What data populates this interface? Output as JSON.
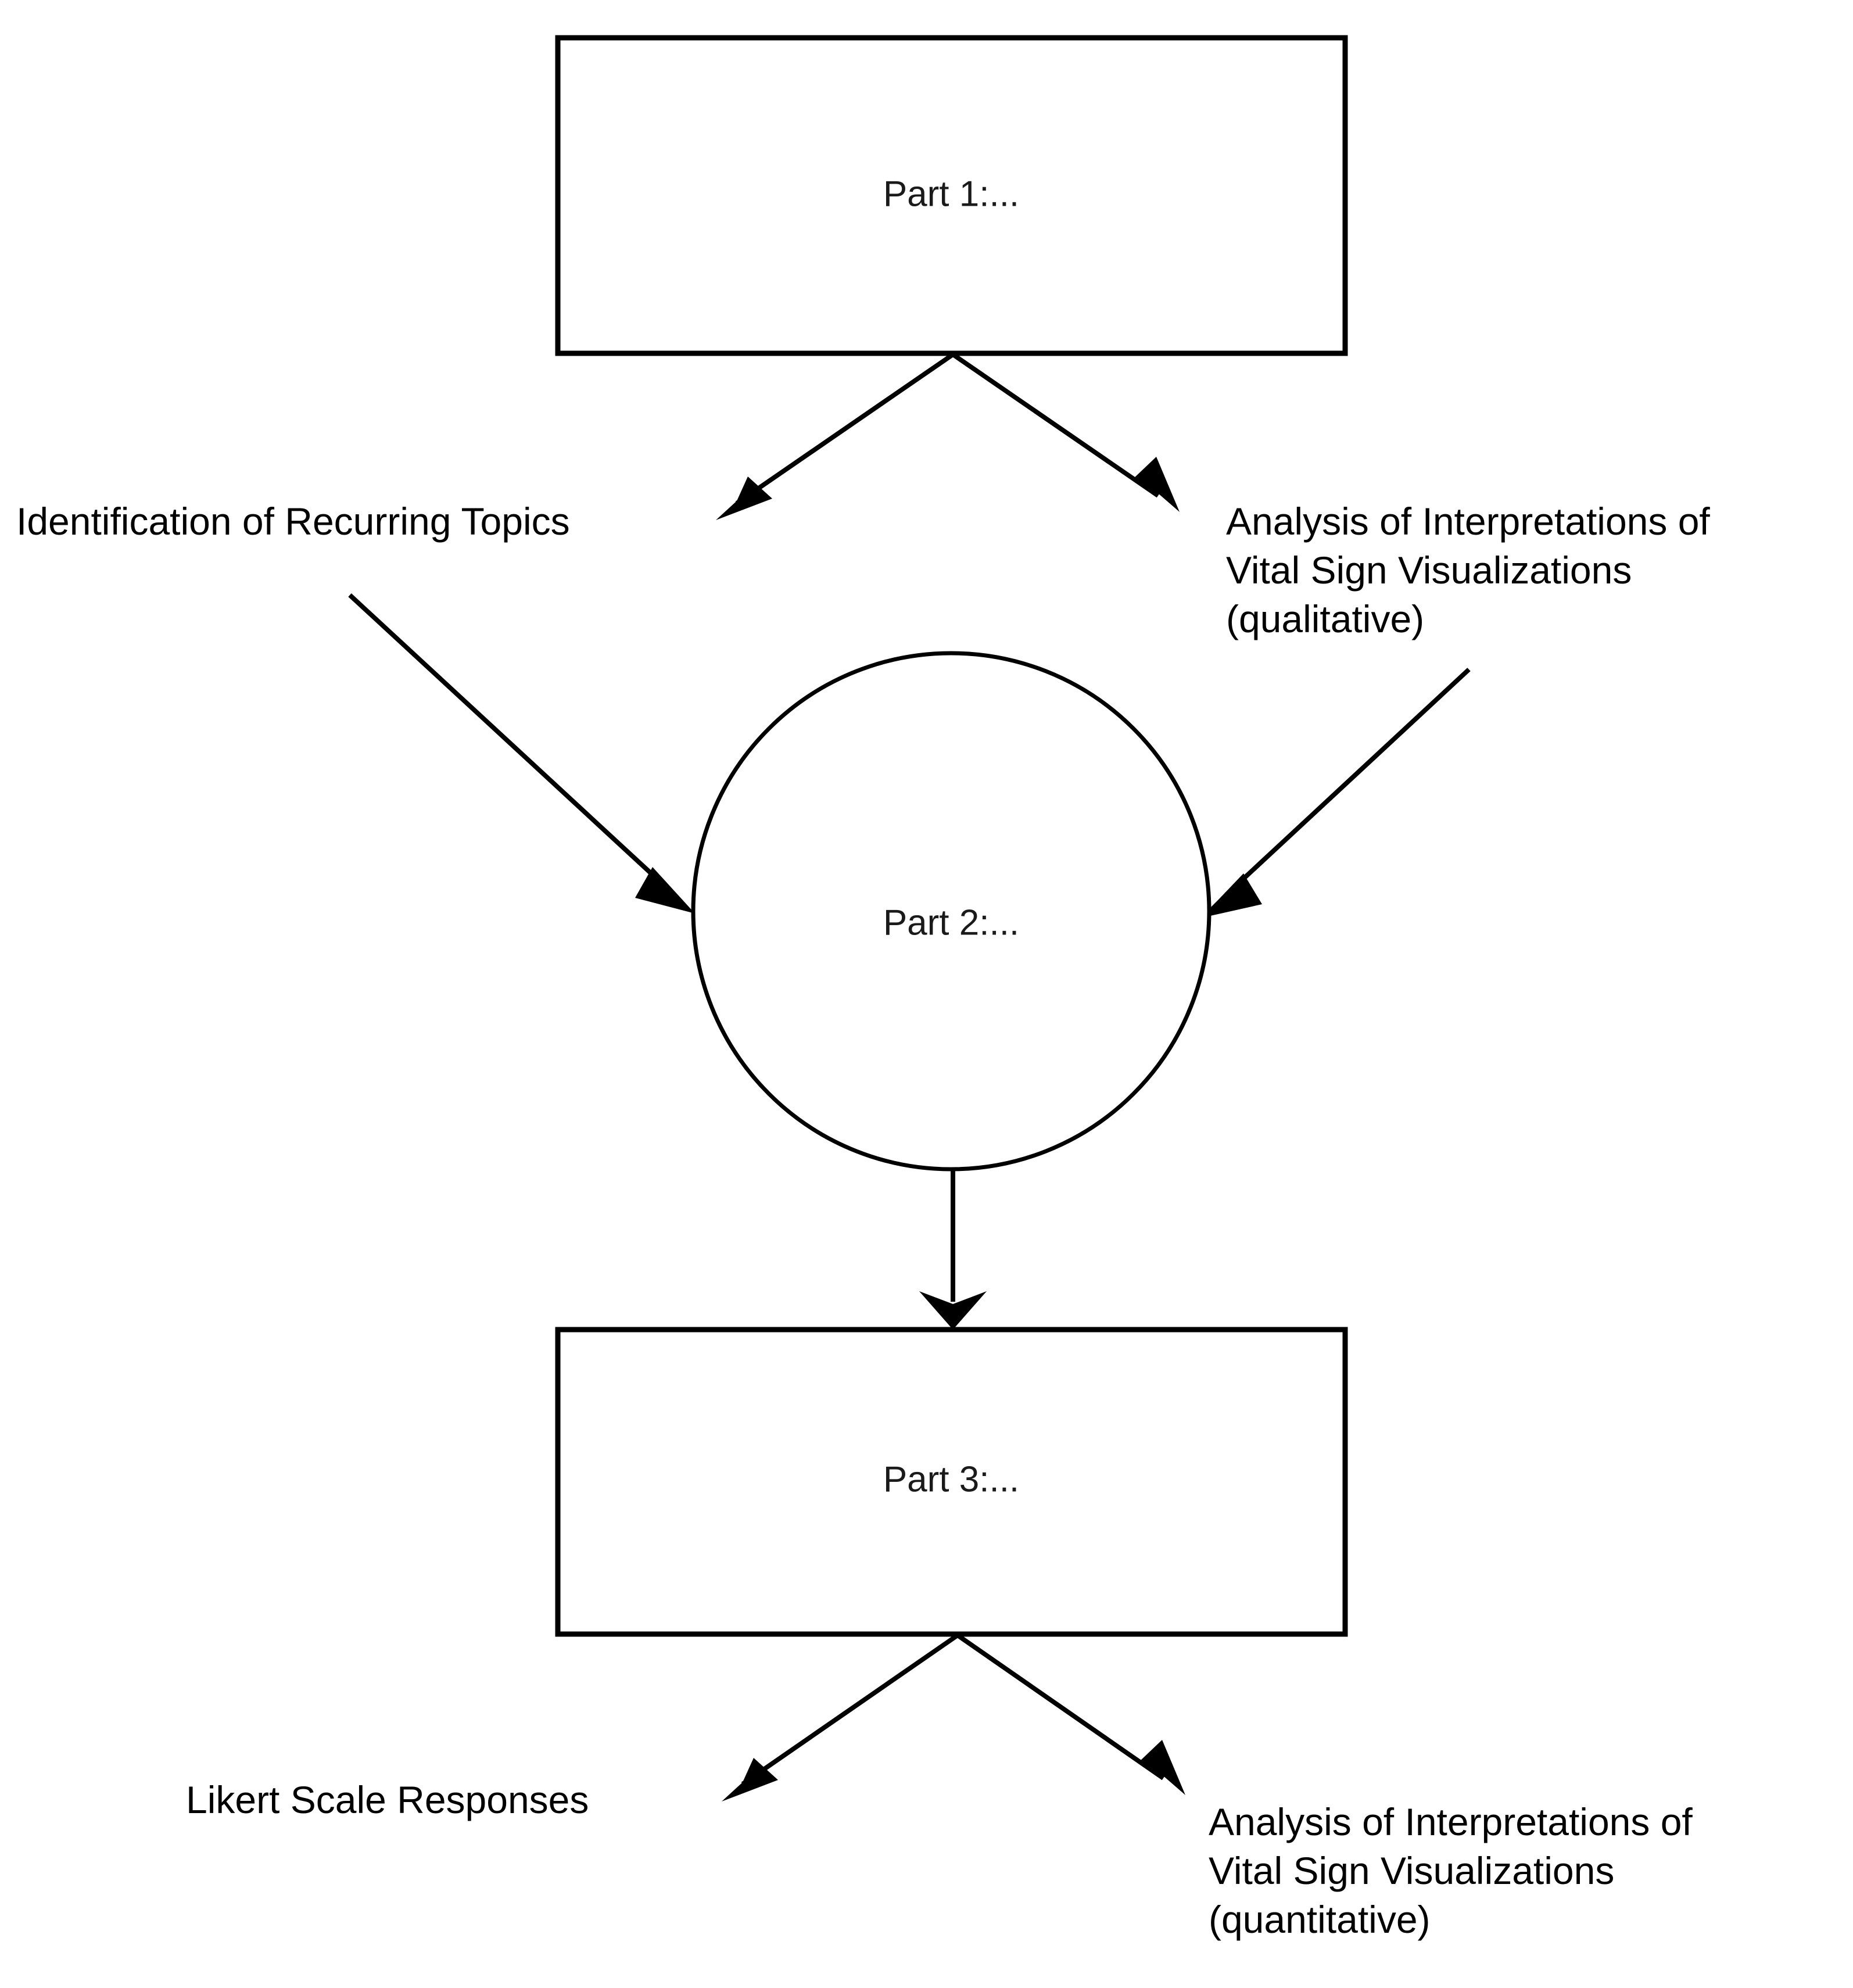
{
  "diagram": {
    "title": "Three-part study structure flowchart",
    "background_color": "#ffffff",
    "stroke_color": "#000000",
    "text_color": "#000000",
    "nodes": {
      "part1": {
        "label": "Part 1:...",
        "shape": "rectangle"
      },
      "part2": {
        "label": "Part 2:...",
        "shape": "circle"
      },
      "part3": {
        "label": "Part 3:...",
        "shape": "rectangle"
      }
    },
    "labels": {
      "recurring_topics": "Identification of Recurring Topics",
      "qualitative_line1": "Analysis of Interpretations of",
      "qualitative_line2": "Vital Sign Visualizations",
      "qualitative_line3": "(qualitative)",
      "likert": "Likert Scale Responses",
      "quantitative_line1": "Analysis of Interpretations of",
      "quantitative_line2": "Vital Sign Visualizations",
      "quantitative_line3": "(quantitative)"
    },
    "edges": [
      {
        "name": "part1-to-recurring-topics",
        "from": "part1",
        "to": "recurring_topics"
      },
      {
        "name": "part1-to-qualitative",
        "from": "part1",
        "to": "qualitative"
      },
      {
        "name": "recurring-topics-to-part2",
        "from": "recurring_topics",
        "to": "part2"
      },
      {
        "name": "qualitative-to-part2",
        "from": "qualitative",
        "to": "part2"
      },
      {
        "name": "part2-to-part3",
        "from": "part2",
        "to": "part3"
      },
      {
        "name": "part3-to-likert",
        "from": "part3",
        "to": "likert"
      },
      {
        "name": "part3-to-quantitative",
        "from": "part3",
        "to": "quantitative"
      }
    ]
  }
}
